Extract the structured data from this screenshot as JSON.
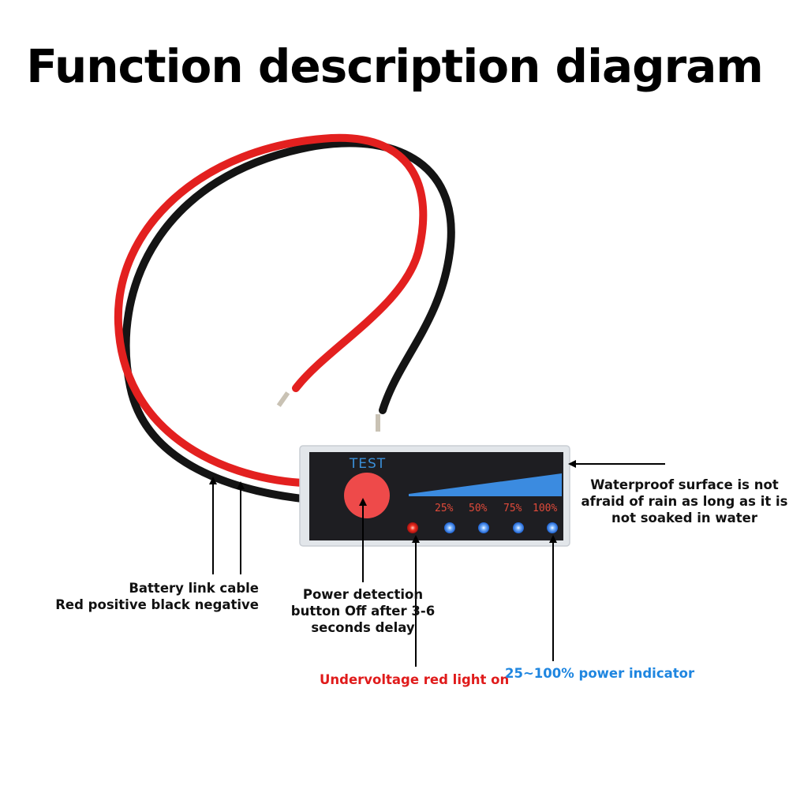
{
  "title": "Function description diagram",
  "device": {
    "button_label": "TEST",
    "levels": [
      "25%",
      "50%",
      "75%",
      "100%"
    ]
  },
  "labels": {
    "cable": [
      "Battery link cable",
      "Red positive black negative"
    ],
    "button": [
      "Power detection",
      "button Off after 3-6",
      "seconds delay"
    ],
    "undervoltage": "Undervoltage red light on",
    "power": "25~100% power indicator",
    "waterproof": [
      "Waterproof surface is not",
      "afraid of rain as long as it is",
      "not soaked in water"
    ]
  },
  "colors": {
    "red_wire": "#e3201f",
    "black_wire": "#141414",
    "panel": "#1e1e22",
    "red_led": "#e8201e",
    "blue_led": "#2f7de8",
    "undervoltage_text": "#e01b1b",
    "power_text": "#1f86e0"
  }
}
